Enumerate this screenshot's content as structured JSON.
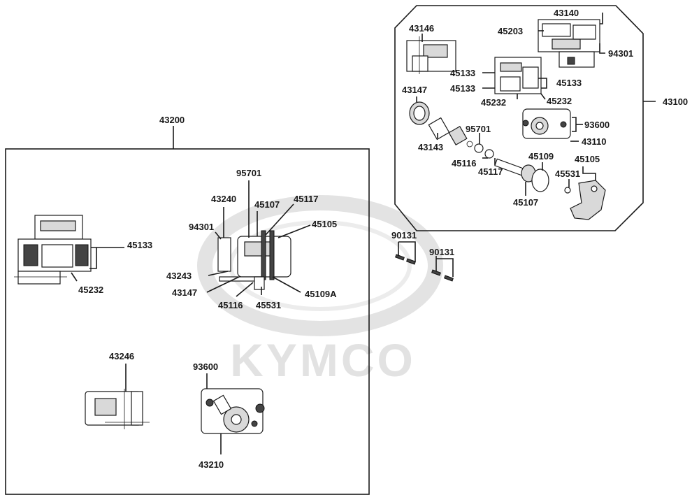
{
  "watermark": {
    "brand": "KYMCO"
  },
  "assemblies": [
    {
      "id": "rear-assembly",
      "number": "43100"
    },
    {
      "id": "front-assembly",
      "number": "43200"
    }
  ],
  "labels": {
    "p43140": "43140",
    "p45203": "45203",
    "p94301a": "94301",
    "p43146": "43146",
    "p45133a": "45133",
    "p45133b": "45133",
    "p45133c": "45133",
    "p43147a": "43147",
    "p45232a": "45232",
    "p45232b": "45232",
    "p93600a": "93600",
    "p43110": "43110",
    "p95701a": "95701",
    "p43143": "43143",
    "p45116a": "45116",
    "p45117a": "45117",
    "p45109": "45109",
    "p45105a": "45105",
    "p45531a": "45531",
    "p45107a": "45107",
    "p95701b": "95701",
    "p43240": "43240",
    "p45107b": "45107",
    "p45117b": "45117",
    "p94301b": "94301",
    "p45105b": "45105",
    "p45133d": "45133",
    "p45232c": "45232",
    "p43243": "43243",
    "p43147b": "43147",
    "p45116b": "45116",
    "p45531b": "45531",
    "p45109a": "45109A",
    "p90131a": "90131",
    "p90131b": "90131",
    "p43246": "43246",
    "p93600b": "93600",
    "p43210": "43210"
  }
}
